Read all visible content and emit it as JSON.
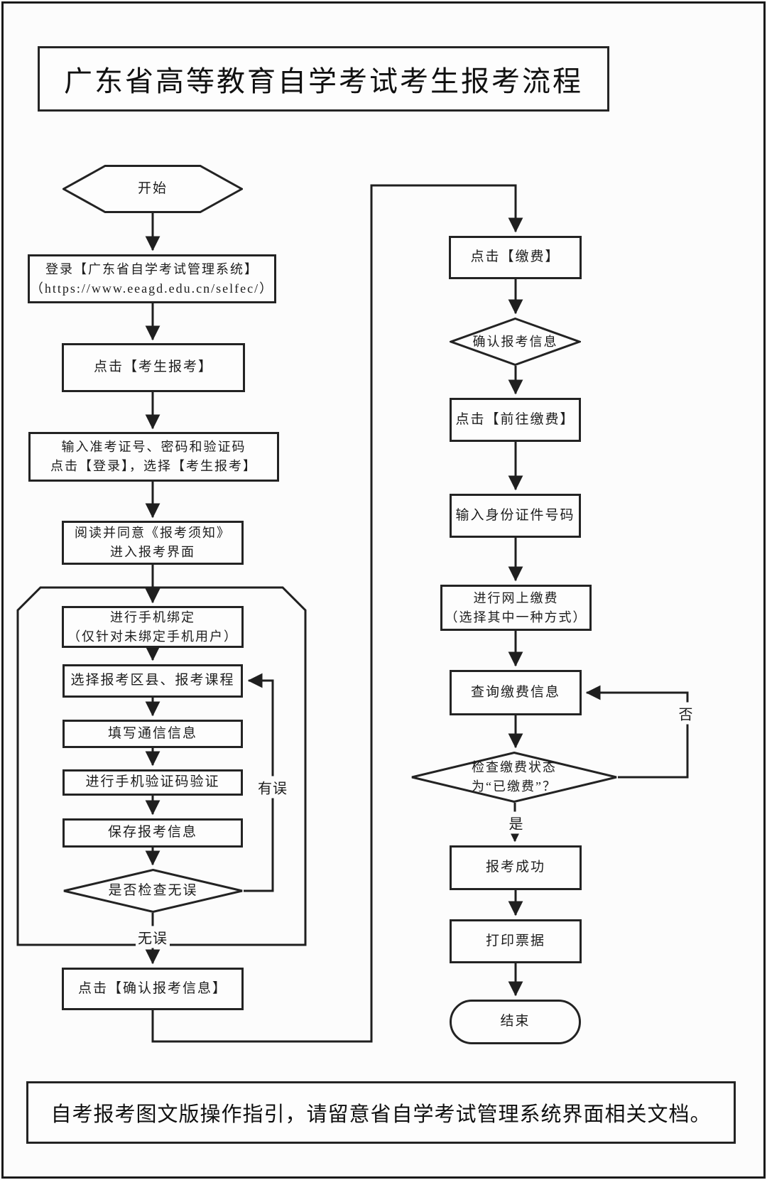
{
  "page": {
    "title": "广东省高等教育自学考试考生报考流程",
    "footer_note": "自考报考图文版操作指引，请留意省自学考试管理系统界面相关文档。"
  },
  "nodes": {
    "start": {
      "label": "开始"
    },
    "login": {
      "label": "登录【广东省自学考试管理系统】\n（https://www.eeagd.edu.cn/selfec/）"
    },
    "click_candidate_register": {
      "label": "点击【考生报考】"
    },
    "input_credentials": {
      "label": "输入准考证号、密码和验证码\n点击【登录】，选择【考生报考】"
    },
    "read_notice": {
      "label": "阅读并同意《报考须知》\n进入报考界面"
    },
    "bind_phone": {
      "label": "进行手机绑定\n（仅针对未绑定手机用户）"
    },
    "select_courses": {
      "label": "选择报考区县、报考课程"
    },
    "fill_contact": {
      "label": "填写通信信息"
    },
    "verify_sms": {
      "label": "进行手机验证码验证"
    },
    "save_info": {
      "label": "保存报考信息"
    },
    "check_correct": {
      "label": "是否检查无误"
    },
    "confirm_info": {
      "label": "点击【确认报考信息】"
    },
    "click_pay": {
      "label": "点击【缴费】"
    },
    "confirm_register_info": {
      "label": "确认报考信息"
    },
    "goto_pay": {
      "label": "点击【前往缴费】"
    },
    "input_id": {
      "label": "输入身份证件号码"
    },
    "online_pay": {
      "label": "进行网上缴费\n（选择其中一种方式）"
    },
    "query_pay": {
      "label": "查询缴费信息"
    },
    "check_paid": {
      "label": "检查缴费状态\n为“已缴费”？"
    },
    "register_success": {
      "label": "报考成功"
    },
    "print_receipt": {
      "label": "打印票据"
    },
    "end": {
      "label": "结束"
    }
  },
  "edge_labels": {
    "has_error": "有误",
    "no_error": "无误",
    "yes": "是",
    "no": "否"
  },
  "colors": {
    "line": "#1f1f1f",
    "paper": "#fcfcfc"
  }
}
